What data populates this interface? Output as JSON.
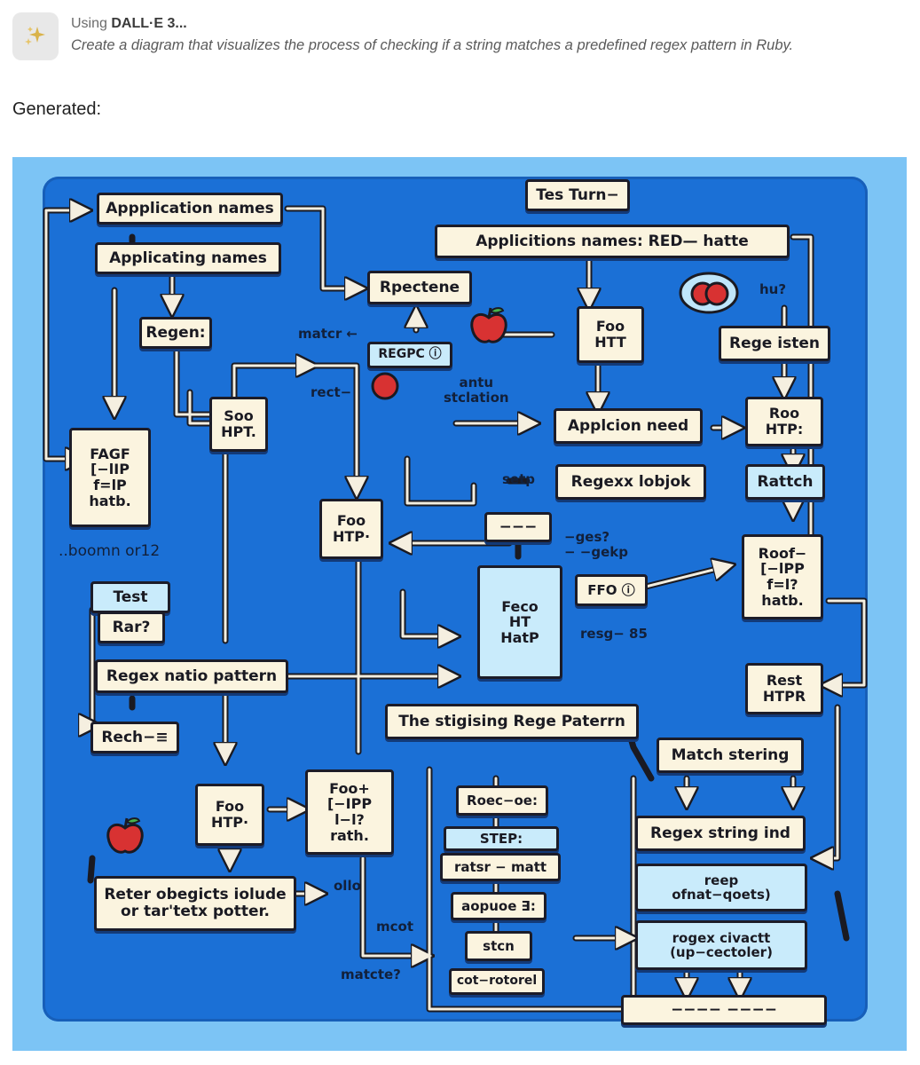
{
  "header": {
    "tool_prefix": "Using",
    "tool_name": "DALL·E",
    "tool_suffix": "3...",
    "prompt": "Create a diagram that visualizes the process of checking if a string matches a predefined regex pattern in Ruby."
  },
  "generated_label": "Generated:",
  "image": {
    "colors": {
      "background": "#7cc4f5",
      "board": "#1b70d6",
      "box": "#fbf4df",
      "box_light": "#c9ebfb",
      "line": "#1a1a22",
      "accent": "#e23b3b"
    },
    "boxes": {
      "application_names": "Appplication names",
      "applicating_names": "Applicating names",
      "regen": "Regen:",
      "soo_hpt": "Soo\nHPT.",
      "fagf": "FAGF\n[−lIP\nf=lP\nhatb.",
      "test": "Test",
      "rar": "Rar?",
      "regex_natio": "Regex natio pattern",
      "rech": "Rech−≡",
      "foo_htp_left": "Foo\nHTP·",
      "reter": "Reter obegicts iolude\nor tar'tetx potter.",
      "tes_turn": "Tes Turn−",
      "applications_red": "Applicitions names: RED— hatte",
      "rpectene": "Rpectene",
      "regpc": "REGPC ⓘ",
      "foo_htt": "Foo\nHTT",
      "rege_isten": "Rege isten",
      "foo_htp_mid": "Foo\nHTP·",
      "applicion_need": "Applcion need",
      "roo_htp": "Roo\nHTP:",
      "regexx_lobjok": "Regexx lobjok",
      "rattch": "Rattch",
      "dash_box": "−−−",
      "feco": "Feco\nHT\nHatP",
      "ffo": "FFO ⓘ",
      "roof": "Roof−\n[−lPP\nf=l?\nhatb.",
      "rest_htpr": "Rest\nHTPR",
      "stigising": "The stigising Rege Paterrn",
      "match_stering": "Match stering",
      "foo_bracket": "Foo+\n[−IPP\nl−l?\nrath.",
      "roec_oe": "Roec−oe:",
      "step": "STEP:",
      "ratsr_matt": "ratsr − matt",
      "aopuoe": "aopuoe ∃:",
      "stcn": "stcn",
      "cotrotorel": "cot−rotorel",
      "regex_string_ind": "Regex string ind",
      "reep": "reep\nofnat−qoets)",
      "regex_civactt": "rogex civactt\n(up−cectoler)",
      "bottom_bar": "−−−−  −−−−"
    },
    "labels": {
      "matcr": "matcr ←",
      "rect": "rect−",
      "antu": "antu\nstclation",
      "hu": "hu?",
      "bootmn": "..boomn or12",
      "setp": "setp",
      "ges": "−ges?\n− −gekp",
      "resg": "resg− 85",
      "ollo": "ollo",
      "mcot": "mcot",
      "matcte": "matcte?"
    }
  }
}
